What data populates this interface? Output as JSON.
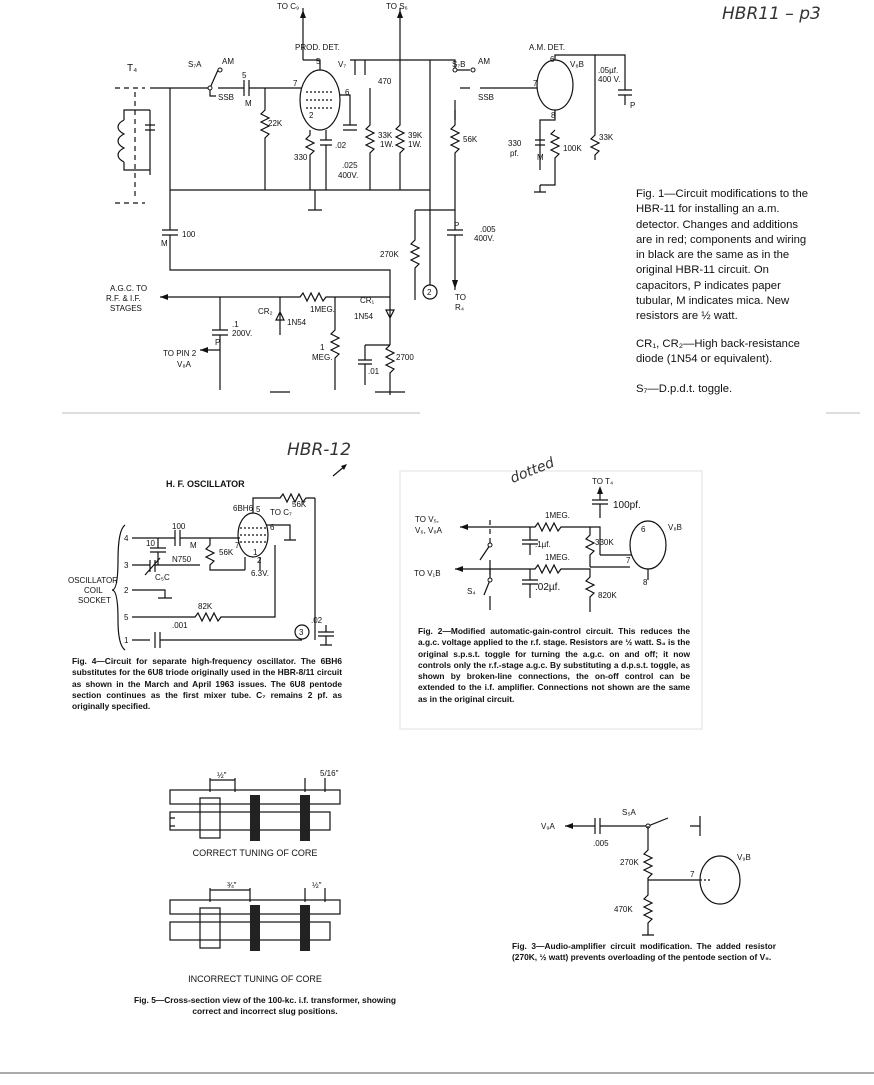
{
  "handwritten": {
    "page_note": "HBR11 – p3",
    "fig4_note": "HBR-12",
    "fig2_note": "dotted"
  },
  "fig1": {
    "caption": "Fig. 1—Circuit modifications to the HBR-11 for installing an a.m. detector. Changes and additions are in red; components and wiring in black are the same as in the original HBR-11 circuit. On capacitors, P indicates paper tubular, M indicates mica. New resistors are ½ watt.",
    "cr_note": "CR₁, CR₂—High back-resistance diode (1N54 or equivalent).",
    "s7_note": "S₇—D.p.d.t. toggle.",
    "labels": {
      "to_c9": "TO C₉",
      "to_s6": "TO S₆",
      "prod_det": "PROD. DET.",
      "am_det": "A.M. DET.",
      "t4": "T₄",
      "s7a": "S₇A",
      "am_a": "AM",
      "ssb_a": "SSB",
      "s7b": "S₇B",
      "am_b": "AM",
      "ssb_b": "SSB",
      "v7": "V₇",
      "v8b": "V₈B",
      "c5": "5",
      "m1": "M",
      "r22k": "22K",
      "r330": "330",
      "c02": ".02",
      "c025": ".025",
      "v400a": "400V.",
      "c470": "470",
      "r33k": "33K",
      "w1a": "1W.",
      "r39k": "39K",
      "w1b": "1W.",
      "r56k": "56K",
      "c330pf": "330",
      "pf": "pf.",
      "m2": "M",
      "r100k": "100K",
      "c05": ".05µf.",
      "v400b": "400 V.",
      "p1": "P",
      "r33k2": "33K",
      "c100": "100",
      "m3": "M",
      "c005": ".005",
      "v400c": "400V.",
      "p2": "P",
      "r270k": "270K",
      "to_r4": "TO",
      "r4": "R₄",
      "circle2": "2",
      "agc_to": "A.G.C. TO",
      "rf_if": "R.F. & I.F.",
      "stages": "STAGES",
      "cr2": "CR₂",
      "n1n54a": "1N54",
      "r1meg": "1MEG.",
      "cr1": "CR₁",
      "n1n54b": "1N54",
      "c1": ".1",
      "v200": "200V.",
      "p3": "P",
      "r1meg2a": "1",
      "r1meg2b": "MEG.",
      "r2700": "2700",
      "c01": ".01",
      "to_pin2": "TO PIN 2",
      "v8a": "V₈A",
      "pin7": "7",
      "pin5": "5",
      "pin2": "2",
      "pin6": "6",
      "pin6b": "6",
      "pin7b": "7",
      "pin8b": "8"
    }
  },
  "fig2": {
    "caption": "Fig. 2—Modified automatic-gain-control circuit. This reduces the a.g.c. voltage applied to the r.f. stage. Resistors are ½ watt. S₄ is the original s.p.s.t. toggle for turning the a.g.c. on and off; it now controls only the r.f.-stage a.g.c. By substituting a d.p.s.t. toggle, as shown by broken-line connections, the on-off control can be extended to the i.f. amplifier. Connections not shown are the same as in the original circuit.",
    "labels": {
      "to_t4": "TO T₄",
      "c100pf": "100pf.",
      "to_v5": "TO V₅,",
      "v6v8a": "V₆, V₈A",
      "r1meg_a": "1MEG.",
      "c1uf": ".1µf.",
      "r330k": "330K",
      "r1meg_b": "1MEG.",
      "to_v1b": "TO V₁B",
      "c02uf": ".02µf.",
      "s4": "S₄",
      "r820k": "820K",
      "v8b": "V₈B",
      "pin6": "6",
      "pin7": "7",
      "pin8": "8"
    }
  },
  "fig3": {
    "caption": "Fig. 3—Audio-amplifier circuit modification. The added resistor (270K, ½ watt) prevents overloading of the pentode section of V₉.",
    "labels": {
      "s5a": "S₅A",
      "v9a": "V₉A",
      "c005": ".005",
      "r270k": "270K",
      "r470k": "470K",
      "v9b": "V₉B",
      "pin7": "7"
    }
  },
  "fig4": {
    "caption": "Fig. 4—Circuit for separate high-frequency oscillator. The 6BH6 substitutes for the 6U8 triode originally used in the HBR-8/11 circuit as shown in the March and April 1963 issues. The 6U8 pentode section continues as the first mixer tube. C₇ remains 2 pf. as originally specified.",
    "labels": {
      "title": "H. F. OSCILLATOR",
      "tube": "6BH6",
      "r56k_top": "56K",
      "to_c7": "TO C₇",
      "c100": "100",
      "m": "M",
      "c10": "10",
      "n750": "N750",
      "c5c": "C₅C",
      "r56k": "56K",
      "v63": "6.3V.",
      "osc": "OSCILLATOR",
      "coil": "COIL",
      "socket": "SOCKET",
      "p4": "4",
      "p3": "3",
      "p2": "2",
      "p5": "5",
      "p1": "1",
      "r82k": "82K",
      "c001": ".001",
      "c02": ".02",
      "circle3": "3",
      "tp5": "5",
      "tp6": "6",
      "tp1": "1",
      "tp7": "7",
      "tp2": "2"
    }
  },
  "fig5": {
    "correct_label": "CORRECT TUNING OF CORE",
    "incorrect_label": "INCORRECT TUNING OF CORE",
    "caption": "Fig. 5—Cross-section view of the 100-kc. i.f. transformer, showing correct and incorrect slug positions.",
    "dim_half_a": "½\"",
    "dim_5_16": "5/16\"",
    "dim_3_4": "¾\"",
    "dim_half_b": "½\""
  }
}
